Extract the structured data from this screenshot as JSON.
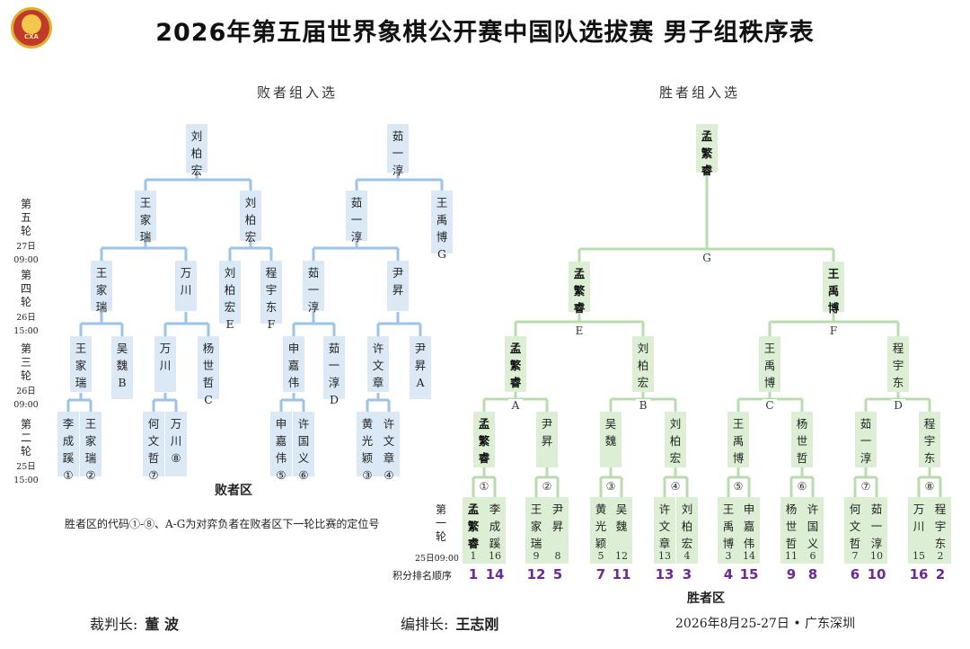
{
  "title": "2026年第五届世界象棋公开赛中国队选拔赛    男子组秩序表",
  "logo_text": "CXA",
  "sections": {
    "losers_title": "败者组入选",
    "winners_title": "胜者组入选",
    "losers_bracket": "败者区",
    "winners_bracket": "胜者区"
  },
  "note": "胜者区的代码①-⑧、A-G为对弈负者在败者区下一轮比赛的定位号",
  "rank_label": "积分排名顺序",
  "rounds": [
    {
      "chars": "第五轮",
      "date": "27日09:00"
    },
    {
      "chars": "第四轮",
      "date": "26日15:00"
    },
    {
      "chars": "第三轮",
      "date": "26日09:00"
    },
    {
      "chars": "第二轮",
      "date": "25日15:00"
    },
    {
      "chars": "第一轮",
      "date": "25日09:00"
    }
  ],
  "losers_final": [
    "刘柏宏",
    "茹一淳"
  ],
  "winners_final": "孟繁睿",
  "losers_r5": [
    "王家瑞",
    "刘柏宏",
    "茹一淳",
    "王禹博G"
  ],
  "losers_r4": [
    "王家瑞",
    "万川",
    "刘柏宏E",
    "程宇东F",
    "茹一淳",
    "尹昇"
  ],
  "losers_r3": [
    "王家瑞",
    "吴魏B",
    "万川",
    "杨世哲C",
    "申嘉伟",
    "茹一淳D",
    "许文章",
    "尹昇A"
  ],
  "losers_r2": [
    "李成蹊①",
    "王家瑞②",
    "何文哲⑦",
    "万川⑧",
    "申嘉伟⑤",
    "许国义⑥",
    "黄光颖③",
    "许文章④"
  ],
  "winners_r4": [
    "孟繁睿",
    "王禹博"
  ],
  "winners_r3": [
    "孟繁睿",
    "刘柏宏",
    "王禹博",
    "程宇东"
  ],
  "winners_r2": [
    "孟繁睿",
    "尹昇",
    "吴魏",
    "刘柏宏",
    "王禹博",
    "杨世哲",
    "茹一淳",
    "程宇东"
  ],
  "codes_r4": [
    "G"
  ],
  "codes_r3": [
    "E",
    "F"
  ],
  "codes_r2": [
    "A",
    "B",
    "C",
    "D"
  ],
  "codes_r1": [
    "①",
    "②",
    "③",
    "④",
    "⑤",
    "⑥",
    "⑦",
    "⑧"
  ],
  "first_round": [
    {
      "name": "孟繁睿",
      "seed": "1",
      "rank": "1"
    },
    {
      "name": "李成蹊",
      "seed": "16",
      "rank": "14"
    },
    {
      "name": "王家瑞",
      "seed": "9",
      "rank": "12"
    },
    {
      "name": "尹昇",
      "seed": "8",
      "rank": "5"
    },
    {
      "name": "黄光颖",
      "seed": "5",
      "rank": "7"
    },
    {
      "name": "吴魏",
      "seed": "12",
      "rank": "11"
    },
    {
      "name": "许文章",
      "seed": "13",
      "rank": "13"
    },
    {
      "name": "刘柏宏",
      "seed": "4",
      "rank": "3"
    },
    {
      "name": "王禹博",
      "seed": "3",
      "rank": "4"
    },
    {
      "name": "申嘉伟",
      "seed": "14",
      "rank": "15"
    },
    {
      "name": "杨世哲",
      "seed": "11",
      "rank": "9"
    },
    {
      "name": "许国义",
      "seed": "6",
      "rank": "8"
    },
    {
      "name": "何文哲",
      "seed": "7",
      "rank": "6"
    },
    {
      "name": "茹一淳",
      "seed": "10",
      "rank": "10"
    },
    {
      "name": "万川",
      "seed": "15",
      "rank": "16"
    },
    {
      "name": "程宇东",
      "seed": "2",
      "rank": "2"
    }
  ],
  "footer": {
    "referee_label": "裁判长:",
    "referee": "董  波",
    "scheduler_label": "编排长:",
    "scheduler": "王志刚",
    "date_place": "2026年8月25-27日 • 广东深圳"
  },
  "colors": {
    "blue_box": "#dbe9f7",
    "blue_line": "#9cc3e8",
    "green_box": "#dcefd4",
    "green_line": "#b9dcae",
    "rank": "#6a2a9a"
  }
}
